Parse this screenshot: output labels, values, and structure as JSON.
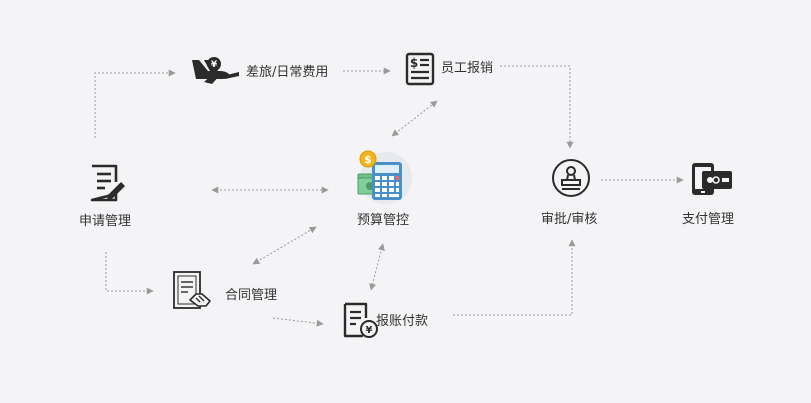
{
  "nodes": {
    "apply": {
      "label": "申请管理",
      "icon": "document-pen-icon"
    },
    "travel": {
      "label": "差旅/日常费用",
      "icon": "airplane-yen-icon"
    },
    "reimburse": {
      "label": "员工报销",
      "icon": "dollar-document-icon"
    },
    "budget": {
      "label": "预算管控",
      "icon": "calculator-cash-icon"
    },
    "contract": {
      "label": "合同管理",
      "icon": "contract-handshake-icon"
    },
    "payment": {
      "label": "报账付款",
      "icon": "yen-document-icon"
    },
    "approve": {
      "label": "审批/审核",
      "icon": "stamp-icon"
    },
    "pay": {
      "label": "支付管理",
      "icon": "phone-card-icon"
    }
  },
  "colors": {
    "background": "#f4f4f6",
    "icon": "#2b2b2b",
    "connector": "#9a9a9a",
    "coin": "#f2b51c",
    "calculator": "#4a90c8",
    "cash": "#6fbf8a"
  }
}
